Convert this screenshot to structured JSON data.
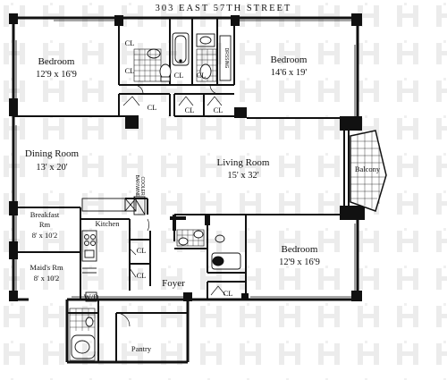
{
  "title": "303 EAST 57TH STREET",
  "rooms": {
    "bedroom_1": {
      "name": "Bedroom",
      "dims": "12'9 x 16'9"
    },
    "bedroom_2": {
      "name": "Bedroom",
      "dims": "14'6 x 19'"
    },
    "dining": {
      "name": "Dining Room",
      "dims": "13' x 20'"
    },
    "living": {
      "name": "Living Room",
      "dims": "15' x 32'"
    },
    "balcony": {
      "name": "Balcony"
    },
    "breakfast": {
      "name_1": "Breakfast",
      "name_2": "Rm",
      "dims": "8' x 10'2"
    },
    "kitchen": {
      "name": "Kitchen"
    },
    "maids": {
      "name": "Maid's Rm",
      "dims": "8' x 10'2"
    },
    "foyer": {
      "name": "Foyer"
    },
    "pantry": {
      "name": "Pantry"
    },
    "bedroom_3": {
      "name": "Bedroom",
      "dims": "12'9 x 16'9"
    }
  },
  "labels": {
    "closet": "CL",
    "wd": "W/D",
    "dressing": "DRSSING",
    "wine_1": "BAR/WINE",
    "wine_2": "COOLER"
  }
}
